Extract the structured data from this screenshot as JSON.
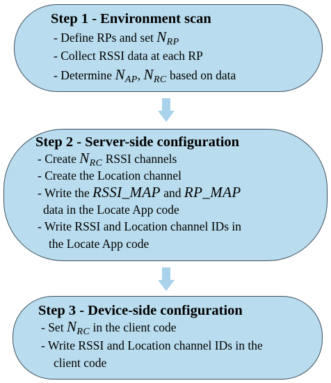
{
  "steps": [
    {
      "title": "Step 1 - Environment scan",
      "lines": [
        {
          "pre": "- Define RPs and set ",
          "math": "N",
          "sub": "RP",
          "post": ""
        },
        {
          "text": "- Collect RSSI data at each RP"
        },
        {
          "pre": "- Determine ",
          "math": "N",
          "sub": "AP",
          "mid": ", ",
          "math2": "N",
          "sub2": "RC",
          "post": " based on data"
        }
      ]
    },
    {
      "title": "Step 2 - Server-side configuration",
      "lines": [
        {
          "pre": "- Create ",
          "math": "N",
          "sub": "RC",
          "post": " RSSI channels"
        },
        {
          "text": "- Create the Location channel"
        },
        {
          "pre": "- Write the ",
          "math": "RSSI_MAP",
          "mid": " and ",
          "math2": "RP_MAP",
          "post": ""
        },
        {
          "text": "data in the Locate App code"
        },
        {
          "text": "- Write RSSI and Location channel IDs in"
        },
        {
          "text": "the Locate App code"
        }
      ]
    },
    {
      "title": "Step 3 - Device-side configuration",
      "lines": [
        {
          "pre": "- Set ",
          "math": "N",
          "sub": "RC",
          "post": " in the client code"
        },
        {
          "text": "- Write RSSI and Location channel IDs in the"
        },
        {
          "text": "client code"
        }
      ]
    }
  ],
  "colors": {
    "box_fill": "#b9dcee",
    "box_border": "#3d4f5c",
    "arrow_fill": "#a9d3ea"
  }
}
